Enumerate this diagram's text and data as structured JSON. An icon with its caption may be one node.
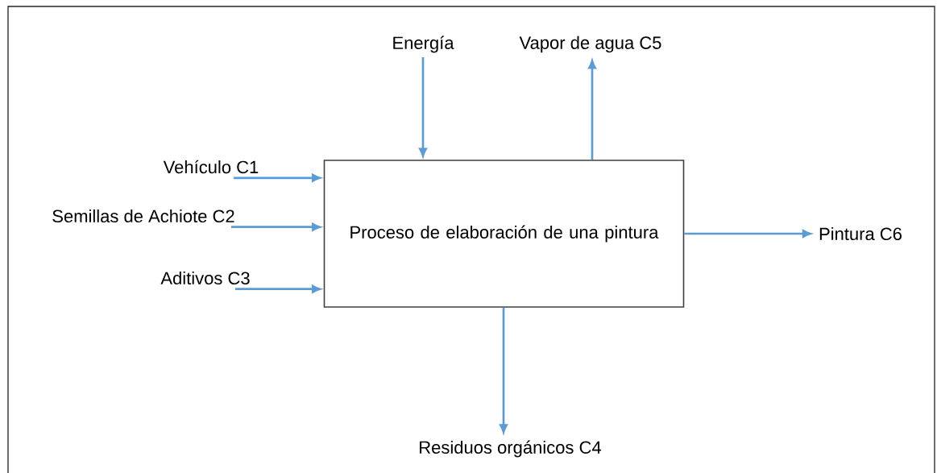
{
  "diagram": {
    "nodes": [
      {
        "text": [
          "Energía"
        ]
      },
      {
        "text": [
          "Vapor de agua C5"
        ]
      },
      {
        "text": [
          "Vehículo C1"
        ]
      },
      {
        "text": [
          "Semillas de Achiote C2"
        ]
      },
      {
        "text": [
          "Aditivos C3"
        ]
      },
      {
        "text": [
          "Proceso de elaboración de una pintura"
        ]
      },
      {
        "text": [
          "Pintura C6"
        ]
      },
      {
        "text": [
          "Residuos orgánicos C4"
        ]
      }
    ],
    "edges": [
      {
        "from": 0,
        "to": 5,
        "arrow": "to"
      },
      {
        "from": 5,
        "to": 1,
        "arrow": "to"
      },
      {
        "from": 2,
        "to": 5,
        "arrow": "to"
      },
      {
        "from": 3,
        "to": 5,
        "arrow": "to"
      },
      {
        "from": 4,
        "to": 5,
        "arrow": "to"
      },
      {
        "from": 5,
        "to": 6,
        "arrow": "to"
      },
      {
        "from": 5,
        "to": 7,
        "arrow": "to"
      }
    ]
  }
}
